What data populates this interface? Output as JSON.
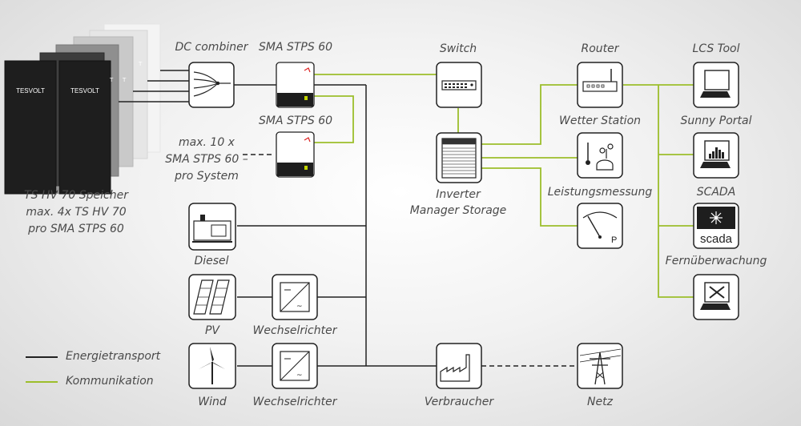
{
  "labels": {
    "dc_combiner": "DC combiner",
    "sma1": "SMA STPS 60",
    "sma2": "SMA STPS 60",
    "max10": "max. 10 x\nSMA STPS 60 –\npro System",
    "storage": "TS HV 70 Speicher\nmax. 4x TS HV 70\npro SMA STPS 60",
    "switch": "Switch",
    "inverter_manager": "Inverter\nManager Storage",
    "router": "Router",
    "wetter": "Wetter Station",
    "leistung": "Leistungsmessung",
    "lcs": "LCS Tool",
    "sunny": "Sunny Portal",
    "scada": "SCADA",
    "fern": "Fernüberwachung",
    "diesel": "Diesel",
    "pv": "PV",
    "wr1": "Wechselrichter",
    "wind": "Wind",
    "wr2": "Wechselrichter",
    "verbraucher": "Verbraucher",
    "netz": "Netz"
  },
  "brand": {
    "cabinet_logo": "TESVOLT",
    "scada_logo": "scada"
  },
  "legend": [
    {
      "label": "Energietransport",
      "color": "#222222"
    },
    {
      "label": "Kommunikation",
      "color": "#9cbe2b"
    }
  ],
  "colors": {
    "energy": "#222222",
    "comm": "#9cbe2b",
    "text": "#4a4a4a"
  },
  "icons": {
    "sma": "inverter-icon",
    "switch": "network-switch-icon",
    "router": "router-icon",
    "inverter_manager": "server-icon",
    "weather": "weather-station-icon",
    "meter": "power-meter-icon",
    "laptop": "laptop-icon",
    "chart": "chart-laptop-icon",
    "scada": "scada-icon",
    "tools": "tools-laptop-icon",
    "diesel": "generator-icon",
    "pv": "solar-panel-icon",
    "wind": "wind-turbine-icon",
    "wechselrichter": "dc-ac-icon",
    "factory": "factory-icon",
    "grid": "power-pylon-icon"
  }
}
